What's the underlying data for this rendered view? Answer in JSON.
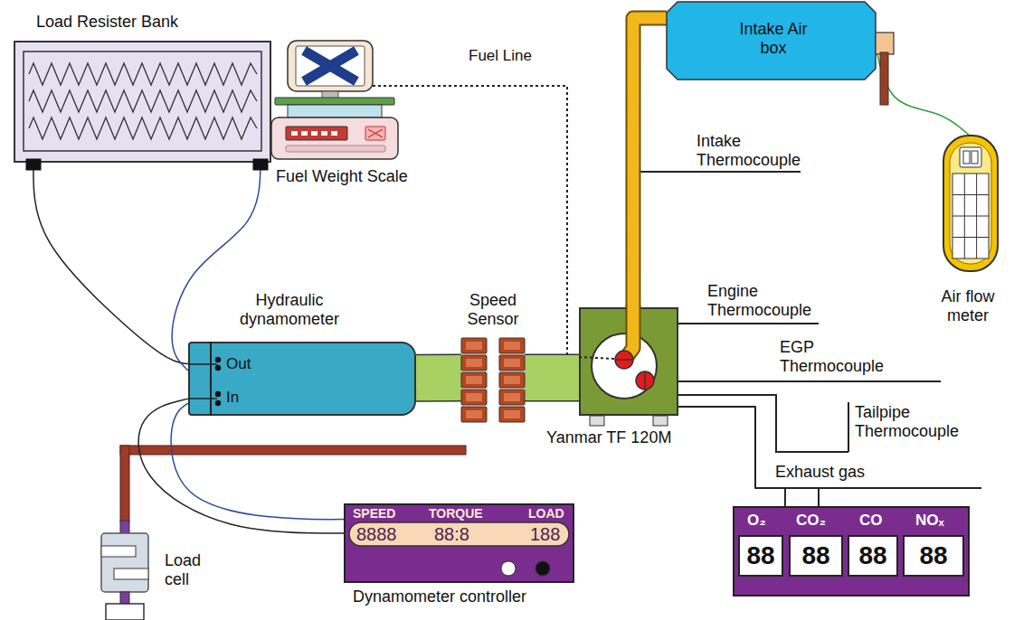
{
  "diagram": {
    "nodes": [
      {
        "text": [
          "Load Resister Bank"
        ]
      },
      {
        "text": [
          "Fuel Weight Scale"
        ]
      },
      {
        "text": [
          "Intake Air box"
        ]
      },
      {
        "text": [
          "Air flow meter"
        ]
      },
      {
        "text": [
          "Hydraulic dynamometer",
          "Out",
          "In"
        ]
      },
      {
        "text": [
          "Speed Sensor"
        ]
      },
      {
        "text": [
          "Yanmar TF 120M"
        ]
      },
      {
        "text": [
          "Load cell"
        ]
      },
      {
        "text": [
          "SPEED",
          "TORQUE",
          "LOAD",
          "8888",
          "88:8",
          "188",
          "Dynamometer controller"
        ]
      },
      {
        "text": [
          "O₂",
          "CO₂",
          "CO",
          "NOₓ",
          "88",
          "88",
          "88",
          "88"
        ]
      }
    ],
    "edges": [
      {
        "from": 0,
        "to": 4,
        "arrow": "none"
      },
      {
        "from": 0,
        "to": 4,
        "arrow": "none"
      },
      {
        "from": 1,
        "to": 6,
        "label": "Fuel Line",
        "arrow": "none"
      },
      {
        "from": 2,
        "to": 6,
        "arrow": "none"
      },
      {
        "from": 2,
        "to": 3,
        "arrow": "none"
      },
      {
        "from": 4,
        "to": 5,
        "arrow": "none"
      },
      {
        "from": 5,
        "to": 6,
        "arrow": "none"
      },
      {
        "from": 4,
        "to": 8,
        "arrow": "none"
      },
      {
        "from": 4,
        "to": 8,
        "arrow": "none"
      },
      {
        "from": 6,
        "to": 9,
        "label": "Exhaust gas",
        "arrow": "none"
      }
    ],
    "labels": [
      "Intake Thermocouple",
      "Engine Thermocouple",
      "EGP Thermocouple",
      "Tailpipe Thermocouple"
    ]
  }
}
